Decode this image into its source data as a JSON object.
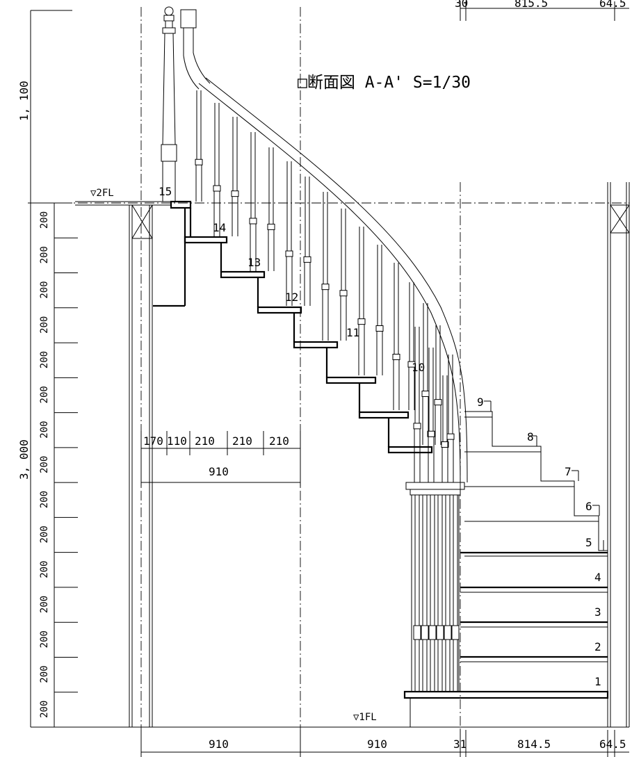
{
  "title": "□断面図 A-A' S=1/30",
  "levels": {
    "upper": "▽2FL",
    "lower": "▽1FL"
  },
  "vertical_dims": {
    "railing_height": "1, 100",
    "total_height": "3, 000"
  },
  "riser_label": "200",
  "riser_count": 15,
  "step_numbers": [
    "1",
    "2",
    "3",
    "4",
    "5",
    "6",
    "7",
    "8",
    "9",
    "10",
    "11",
    "12",
    "13",
    "14",
    "15"
  ],
  "tread_dims": {
    "parts": [
      "170",
      "110",
      "210",
      "210",
      "210"
    ],
    "total": "910"
  },
  "bottom_dims": [
    "910",
    "910",
    "31",
    "814.5",
    "64.5"
  ],
  "top_dims": [
    "30",
    "815.5",
    "64.5"
  ]
}
